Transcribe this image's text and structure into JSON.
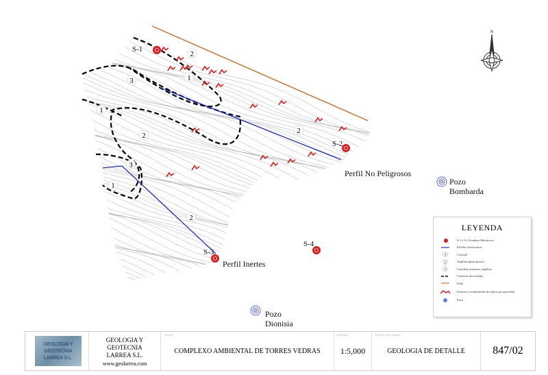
{
  "map": {
    "boreholes": [
      {
        "id": "S-1"
      },
      {
        "id": "S-2"
      },
      {
        "id": "S-3"
      },
      {
        "id": "S-4"
      }
    ],
    "profiles": [
      "Perfil No Peligrosos",
      "Perfil Inertes"
    ],
    "wells": [
      {
        "name": "Pozo",
        "sub": "Bombarda"
      },
      {
        "name": "Pozo",
        "sub": "Dionisia"
      }
    ],
    "unit_labels": [
      "1",
      "2",
      "3"
    ],
    "compass": "N",
    "colors": {
      "profile": "#1a2bd6",
      "fault": "#c8742e",
      "erosion": "#e41b1b",
      "borehole": "#e41b1b",
      "well": "#5566ee",
      "contours": "#9a9a9a"
    }
  },
  "legend": {
    "title": "LEYENDA",
    "items": [
      {
        "icon": "borehole-icon",
        "label": "S-1 à S-4 Sondeos Mecánicos",
        "tag": "S-1"
      },
      {
        "icon": "profile-line-icon",
        "label": "Perfiles Geotécnicos"
      },
      {
        "icon": "unit-3-icon",
        "label": "Coluvial",
        "num": "3"
      },
      {
        "icon": "unit-2-icon",
        "label": "Argilitas grano grueso",
        "num": "2"
      },
      {
        "icon": "unit-1-icon",
        "label": "Limolitas arenosas, argilitas",
        "num": "1"
      },
      {
        "icon": "contact-line-icon",
        "label": "Contacto discordante"
      },
      {
        "icon": "fault-line-icon",
        "label": "Falla"
      },
      {
        "icon": "erosion-icon",
        "label": "Erosión y acumulación de suelos por gravedad"
      },
      {
        "icon": "well-icon",
        "label": "Pozo"
      }
    ]
  },
  "title_block": {
    "company_line1": "GEOLOGIA Y GEOTECNIA",
    "company_line2": "LARREA S.L.",
    "website": "www.geolarrea.com",
    "logo_text": "GEOLOGIA Y GEOTECNIA LARREA S.L.",
    "title_caption": "TITULO",
    "title": "COMPLEXO AMBIENTAL DE TORRES VEDRAS",
    "scale_caption": "ESCALA",
    "scale": "1:5,000",
    "plan_caption": "TITULO DEL PLANO",
    "plan_title": "GEOLOGIA DE DETALLE",
    "plan_number": "847/02"
  }
}
